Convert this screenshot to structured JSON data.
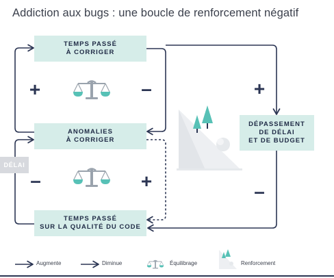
{
  "title": "Addiction aux bugs : une boucle de renforcement négatif",
  "nodes": {
    "temps_corriger": "TEMPS PASSÉ\nÀ CORRIGER",
    "anomalies": "ANOMALIES\nÀ CORRIGER",
    "temps_qualite": "TEMPS PASSÉ\nSUR LA QUALITÉ DU CODE",
    "depassement": "DÉPASSEMENT\nDE DÉLAI\nET DE BUDGET"
  },
  "signs": {
    "top_left": "+",
    "top_right": "–",
    "bottom_left": "–",
    "bottom_right": "+",
    "right_top": "+",
    "right_bottom": "–"
  },
  "delay_label": "DÉLAI",
  "legend": {
    "augmente": "Augmente",
    "diminue": "Diminue",
    "equilibrage": "Équilibrage",
    "renforcement": "Renforcement"
  },
  "colors": {
    "node_fill": "#d6ede9",
    "line": "#2b3553",
    "balance_grey": "#9aa3ad",
    "balance_teal": "#57c1b6",
    "delay_fill": "#d7d9de"
  },
  "icons": [
    "balance-icon",
    "reinforcement-hill-icon"
  ]
}
